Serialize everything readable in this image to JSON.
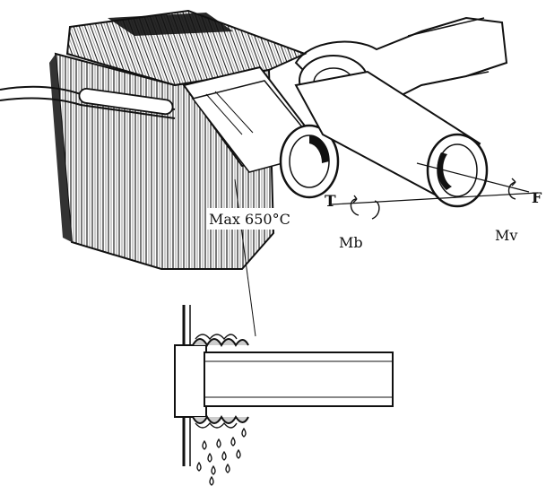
{
  "diagram": {
    "labels": {
      "temperature": "Max 650°C",
      "torque_left": "T",
      "force": "F",
      "bending_moment": "Mb",
      "twist_moment": "Mv"
    },
    "colors": {
      "ink": "#111111",
      "background": "#ffffff"
    }
  }
}
